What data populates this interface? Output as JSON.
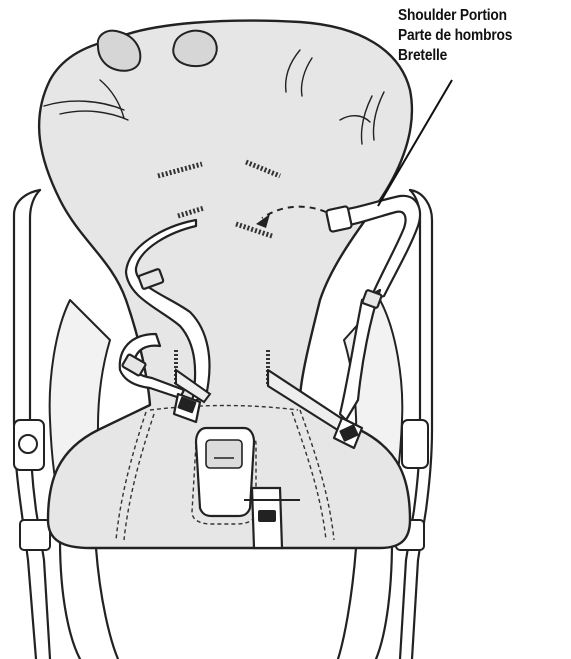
{
  "callout": {
    "line_1": "Shoulder Portion",
    "line_2": "Parte de hombros",
    "line_3": "Bretelle"
  },
  "colors": {
    "line": "#222222",
    "seat_fill": "#e6e6e6",
    "background": "#ffffff",
    "pad_fill": "#ffffff"
  }
}
